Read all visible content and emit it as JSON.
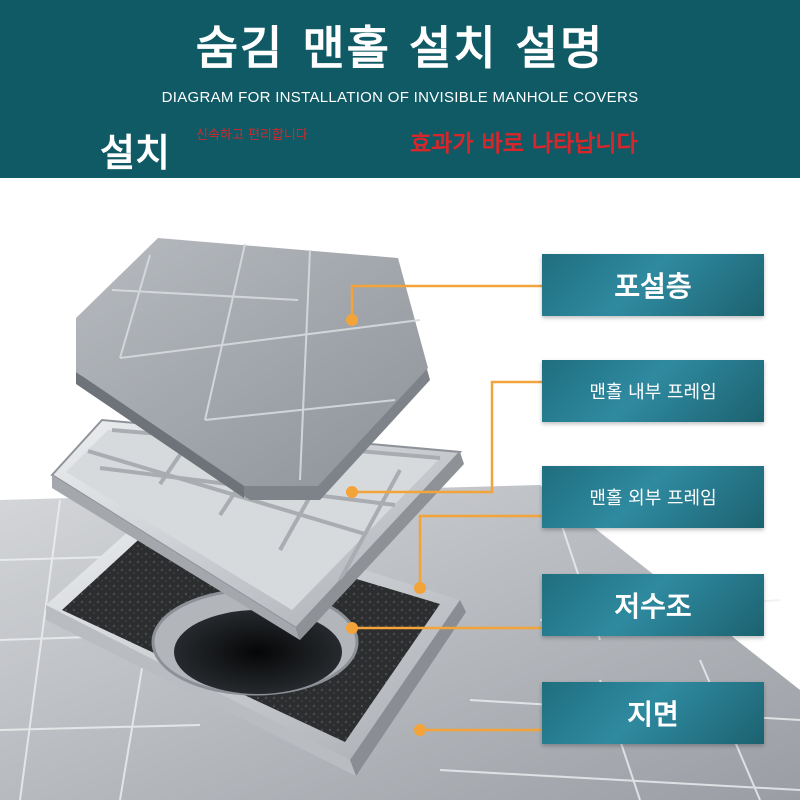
{
  "header": {
    "title": "숨김 맨홀 설치 설명",
    "subtitle": "DIAGRAM FOR INSTALLATION OF INVISIBLE MANHOLE COVERS",
    "install_label": "설치",
    "note_small": "신속하고 편리합니다",
    "note_large": "효과가 바로 나타납니다"
  },
  "labels": [
    {
      "text": "포설층"
    },
    {
      "text": "맨홀 내부 프레임"
    },
    {
      "text": "맨홀 외부 프레임"
    },
    {
      "text": "저수조"
    },
    {
      "text": "지면"
    }
  ],
  "colors": {
    "header_bg": "#0f5a64",
    "accent_orange": "#f2a33a",
    "note_red": "#d8262b",
    "label_teal": "#2f8aa0"
  }
}
